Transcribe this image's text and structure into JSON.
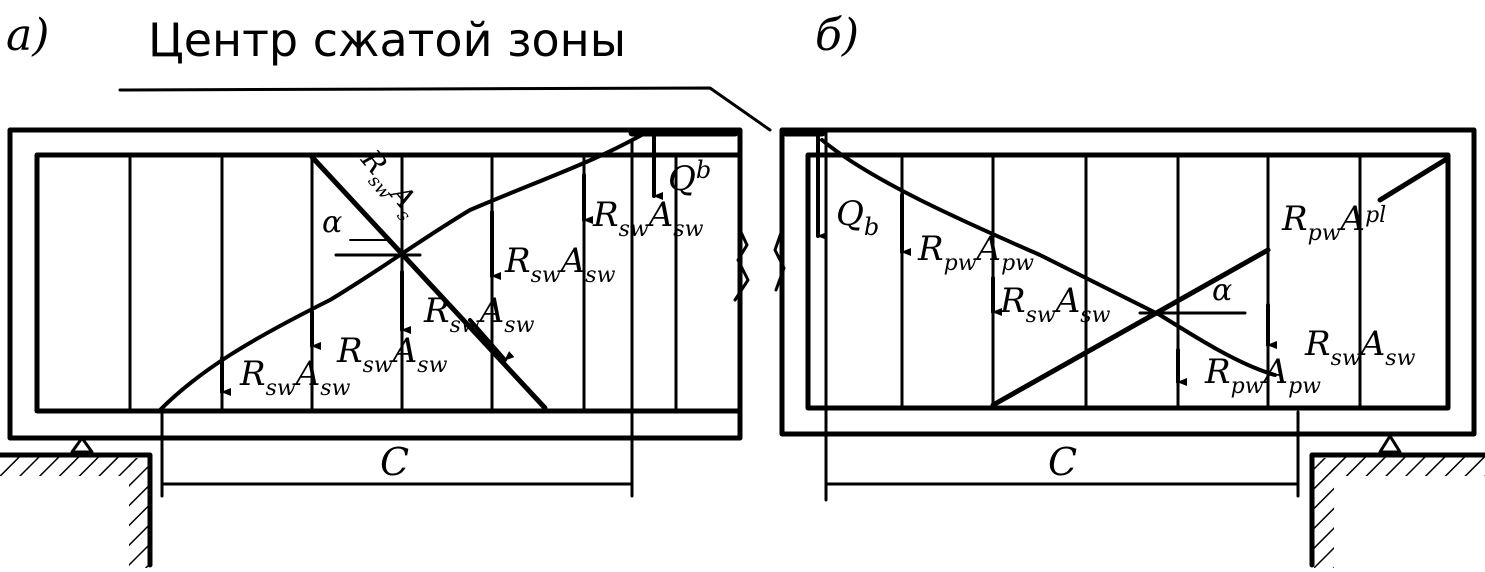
{
  "panel_a": {
    "letter": "а)",
    "title": "Центр сжатой зоны",
    "span_label": "C",
    "angle": "α",
    "forces": {
      "diag": {
        "base": "R",
        "sub": "sw",
        "base2": "A",
        "sub2": "s"
      },
      "f1": {
        "base": "R",
        "sub": "sw",
        "base2": "A",
        "sub2": "sw"
      },
      "f2": {
        "base": "R",
        "sub": "sw",
        "base2": "A",
        "sub2": "sw"
      },
      "f3": {
        "base": "R",
        "sub": "sw",
        "base2": "A",
        "sub2": "sw"
      },
      "f4": {
        "base": "R",
        "sub": "sw",
        "base2": "A",
        "sub2": "sw"
      },
      "f5": {
        "base": "R",
        "sub": "sw",
        "base2": "A",
        "sub2": "sw"
      },
      "qb": {
        "base": "Q",
        "sub": "b"
      }
    }
  },
  "panel_b": {
    "letter": "б)",
    "span_label": "C",
    "angle": "α",
    "forces": {
      "qb": {
        "base": "Q",
        "sub": "b"
      },
      "f1": {
        "base": "R",
        "sub": "pw",
        "base2": "A",
        "sub2": "pw"
      },
      "f2": {
        "base": "R",
        "sub": "sw",
        "base2": "A",
        "sub2": "sw"
      },
      "f3": {
        "base": "R",
        "sub": "pw",
        "base2": "A",
        "sub2": "pl"
      },
      "f4": {
        "base": "R",
        "sub": "sw",
        "base2": "A",
        "sub2": "sw"
      },
      "f5": {
        "base": "R",
        "sub": "pw",
        "base2": "A",
        "sub2": "pw"
      }
    }
  },
  "colors": {
    "ink": "#000000",
    "paper": "#ffffff"
  }
}
